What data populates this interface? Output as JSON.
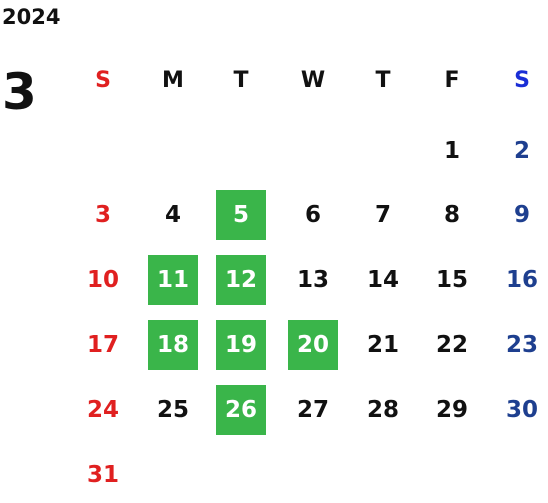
{
  "colors": {
    "sunday": "#e02020",
    "saturday": "#1e3f8f",
    "highlight_bg": "#3ab54a",
    "highlight_text": "#ffffff",
    "default_text": "#111111"
  },
  "calendar": {
    "year": "2024",
    "month": "3",
    "weekdays": [
      {
        "label": "S",
        "color": "#e02020"
      },
      {
        "label": "M",
        "color": "#111111"
      },
      {
        "label": "T",
        "color": "#111111"
      },
      {
        "label": "W",
        "color": "#111111"
      },
      {
        "label": "T",
        "color": "#111111"
      },
      {
        "label": "F",
        "color": "#111111"
      },
      {
        "label": "S",
        "color": "#1a2ed6"
      }
    ],
    "first_weekday": 5,
    "days_in_month": 31,
    "highlighted_days": [
      5,
      11,
      12,
      18,
      19,
      20,
      26
    ]
  }
}
